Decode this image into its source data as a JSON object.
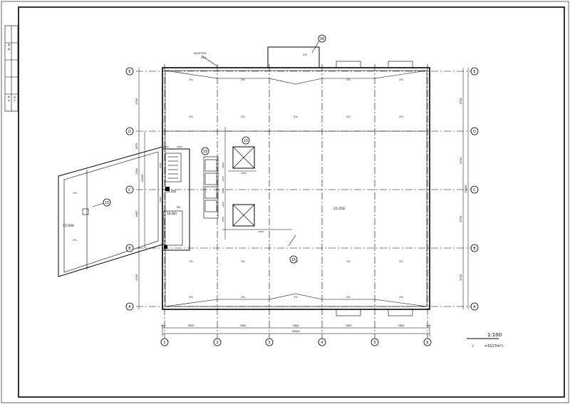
{
  "title_block": {
    "side_labels": [
      "审",
      "核",
      "校",
      "对",
      "设",
      "计"
    ]
  },
  "grid_axes": {
    "columns": [
      "1",
      "2",
      "3",
      "4",
      "5",
      "6"
    ],
    "rows": [
      "A",
      "B",
      "C",
      "D",
      "E"
    ]
  },
  "dimensions": {
    "bay_bottom": [
      "7800",
      "7800",
      "7800",
      "7800",
      "7800"
    ],
    "total_bottom": "39000",
    "edge_bottom": [
      "300",
      "300"
    ],
    "right_side": [
      "6700",
      "8700",
      "8700",
      "6700"
    ],
    "right_total": "30800",
    "left_side": [
      "6700",
      "1670",
      "3300",
      "4600",
      "6700"
    ],
    "left_total": "20400",
    "core_top": [
      "2000",
      "2000"
    ],
    "stair_side": [
      "2000",
      "2000"
    ],
    "elev_dims": [
      "2000",
      "1650",
      "1900",
      "1650",
      "4300"
    ],
    "corridor_dims": [
      "1000",
      "1200"
    ]
  },
  "slopes": {
    "top_edge": [
      "2%",
      "2%",
      "2%",
      "2%"
    ],
    "upper_field": [
      "2%",
      "2%",
      "2%",
      "2%",
      "2%"
    ],
    "lower_field": [
      "2%",
      "2%",
      "2%",
      "2%",
      "2%"
    ],
    "bottom_edge": [
      "2%",
      "2%",
      "2%",
      "2%",
      "2%"
    ],
    "roof_top": "2%",
    "left_wing": [
      "2%",
      "2%"
    ]
  },
  "elevations": {
    "main_roof": "15.250",
    "stair_roof": "16.200",
    "machine_room": "18.200",
    "wing": "15.000"
  },
  "labels": {
    "downpipe_note": "Φ100 PVC",
    "downpipe_count": "4×2",
    "circle_tags": [
      "15",
      "15",
      "15",
      "15",
      "16"
    ],
    "door_mark": "M1"
  },
  "scale": {
    "ratio": "1:100",
    "area_open": "(",
    "area_value": "=3117m²",
    "area_close": ")"
  }
}
